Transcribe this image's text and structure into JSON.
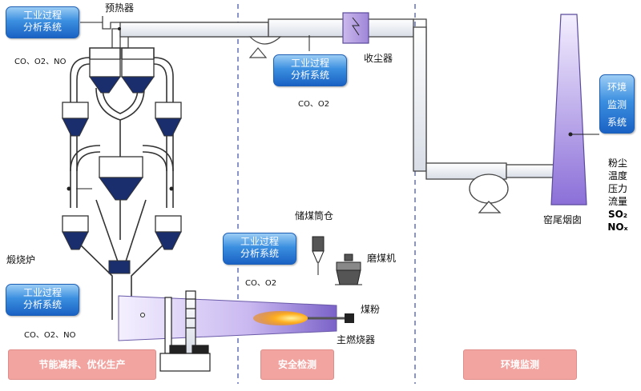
{
  "badges": {
    "top_left": {
      "line1": "工业过程",
      "line2": "分析系统",
      "gases": "CO、O2、NO"
    },
    "top_mid": {
      "line1": "工业过程",
      "line2": "分析系统",
      "gases": "CO、O2"
    },
    "mid": {
      "line1": "工业过程",
      "line2": "分析系统",
      "gases": "CO、O2"
    },
    "bottom_left": {
      "line1": "工业过程",
      "line2": "分析系统",
      "gases": "CO、O2、NO"
    },
    "env": {
      "l1": "环境",
      "l2": "监测",
      "l3": "系统"
    }
  },
  "labels": {
    "preheater": "预热器",
    "dust_collector": "收尘器",
    "calciner": "煅烧炉",
    "coal_bin": "储煤筒仓",
    "coal_mill": "磨煤机",
    "coal_powder": "煤粉",
    "main_burner": "主燃烧器",
    "chimney": "窑尾烟囱"
  },
  "emissions": [
    "粉尘",
    "温度",
    "压力",
    "流量",
    "SO₂",
    "NOₓ"
  ],
  "categories": {
    "left": "节能减排、优化生产",
    "mid": "安全检测",
    "right": "环境监测"
  },
  "colors": {
    "badge_blue": "#2a78d8",
    "category_pink": "#f1a4a0",
    "cyclone_navy": "#1a2e6e",
    "chimney_purple": "#b39ce0",
    "divider": "#3b4ea6"
  }
}
